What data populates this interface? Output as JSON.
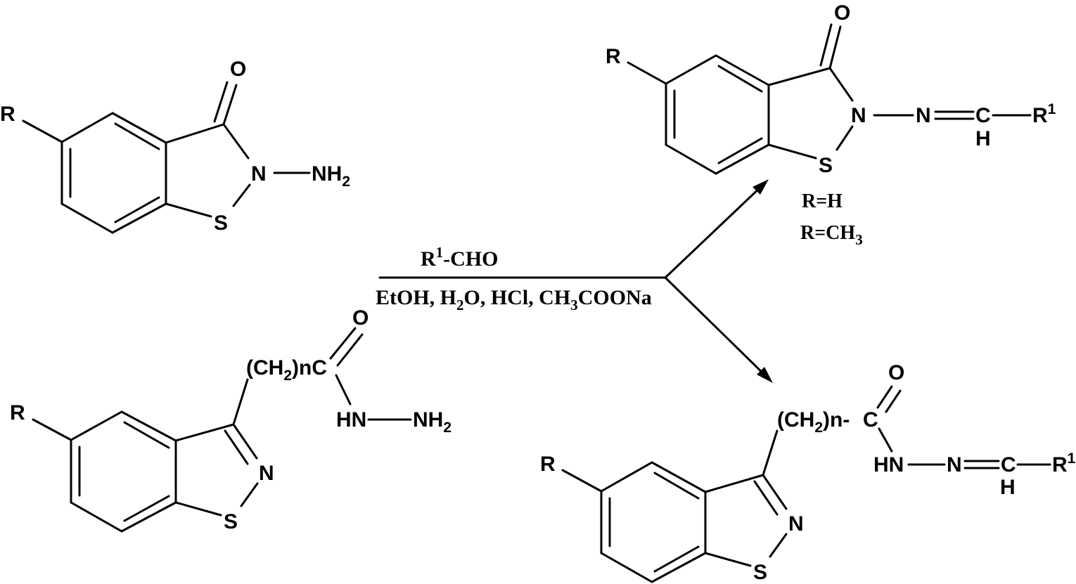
{
  "reactant_1": {
    "r": "R",
    "o": "O",
    "n": "N",
    "nh": "NH",
    "nh_sub": "2",
    "s": "S"
  },
  "reactant_2": {
    "r": "R",
    "o": "O",
    "ch": "(CH",
    "ch_sub": "2",
    "nc": ")nC",
    "hn_nh": "HN",
    "nh": "NH",
    "nh_sub": "2",
    "n": "N",
    "s": "S"
  },
  "conditions": {
    "r": "R",
    "r_sup": "1",
    "cho": "-CHO",
    "line2_a": "EtOH, H",
    "line2_a_sub": "2",
    "line2_b": "O, HCl, CH",
    "line2_b_sub": "3",
    "line2_c": "COONa"
  },
  "product_1": {
    "r": "R",
    "o": "O",
    "n": "N",
    "n2": "N",
    "c": "C",
    "h": "H",
    "r1": "R",
    "r1_sup": "1",
    "s": "S"
  },
  "r_definitions": {
    "def1": "R=H",
    "def2_a": "R=CH",
    "def2_sub": "3"
  },
  "product_2": {
    "r": "R",
    "o": "O",
    "ch": "(CH",
    "ch_sub": "2",
    "nc": ")n-",
    "c": "C",
    "hn": "HN",
    "n_hyd": "N",
    "c2": "C",
    "h": "H",
    "r1": "R",
    "r1_sup": "1",
    "n": "N",
    "s": "S"
  }
}
